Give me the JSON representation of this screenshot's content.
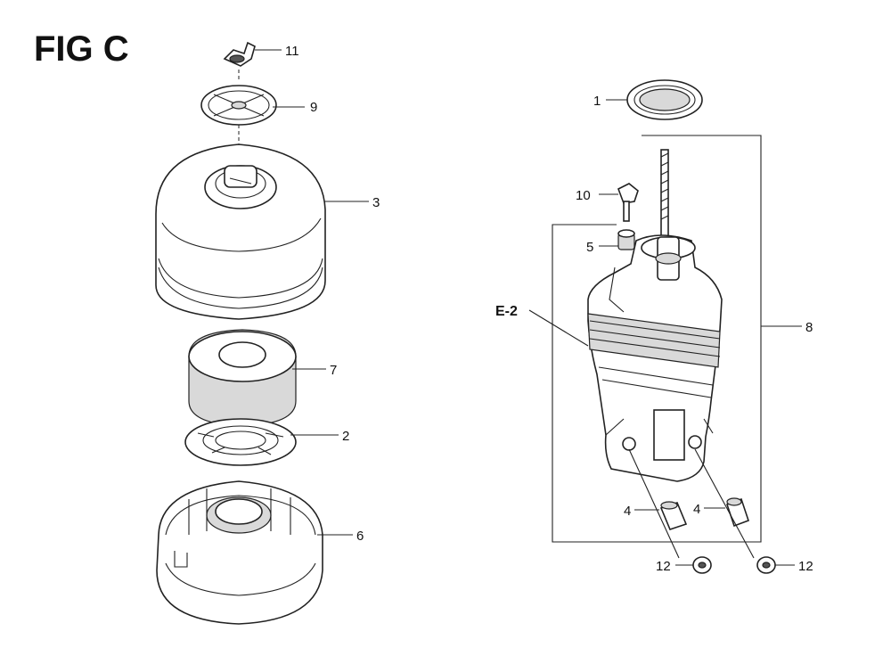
{
  "figure": {
    "title": "FIG C"
  },
  "callouts": {
    "c11": "11",
    "c9": "9",
    "c3": "3",
    "c7": "7",
    "c2": "2",
    "c6": "6",
    "c1": "1",
    "c10": "10",
    "c5": "5",
    "e2": "E-2",
    "c8": "8",
    "c4a": "4",
    "c4b": "4",
    "c12a": "12",
    "c12b": "12"
  }
}
